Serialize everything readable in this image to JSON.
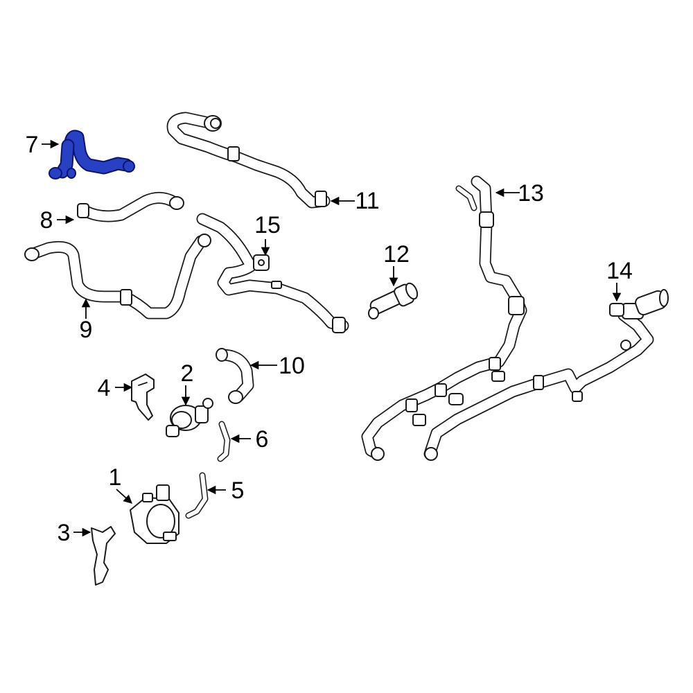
{
  "callouts": [
    {
      "id": "1",
      "label": "1"
    },
    {
      "id": "2",
      "label": "2"
    },
    {
      "id": "3",
      "label": "3"
    },
    {
      "id": "4",
      "label": "4"
    },
    {
      "id": "5",
      "label": "5"
    },
    {
      "id": "6",
      "label": "6"
    },
    {
      "id": "7",
      "label": "7",
      "highlighted": true
    },
    {
      "id": "8",
      "label": "8"
    },
    {
      "id": "9",
      "label": "9"
    },
    {
      "id": "10",
      "label": "10"
    },
    {
      "id": "11",
      "label": "11"
    },
    {
      "id": "12",
      "label": "12"
    },
    {
      "id": "13",
      "label": "13"
    },
    {
      "id": "14",
      "label": "14"
    },
    {
      "id": "15",
      "label": "15"
    }
  ],
  "colors": {
    "highlight": "#2740c4",
    "highlight_dark": "#0d1470",
    "line": "#1a1a1a",
    "background": "#ffffff"
  },
  "highlighted_part": "7"
}
